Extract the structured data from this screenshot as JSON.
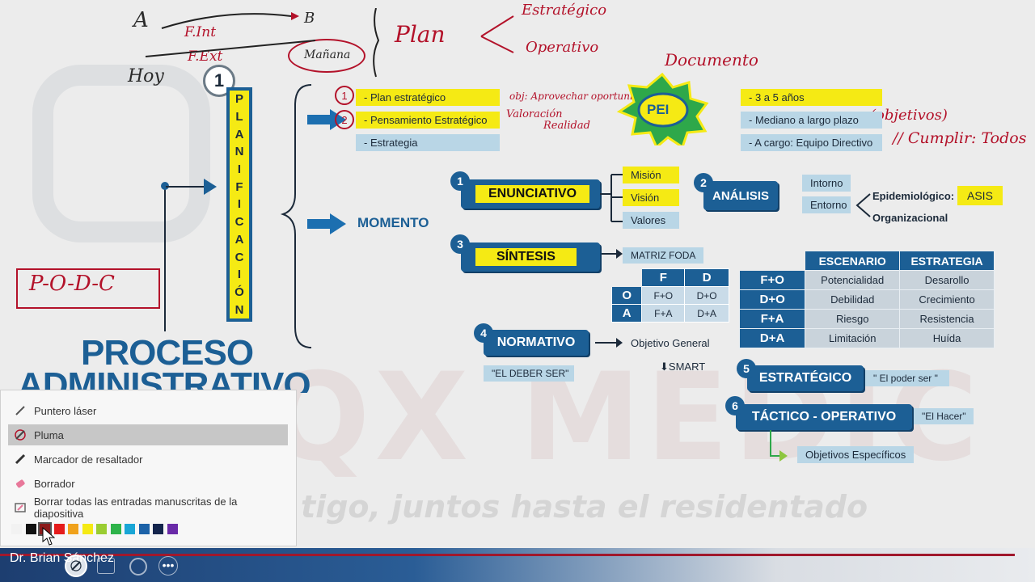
{
  "handwriting": {
    "a": "A",
    "b": "B",
    "f_int": "F.Int",
    "f_ext": "F.Ext",
    "hoy": "Hoy",
    "manana": "Mañana",
    "plan": "Plan",
    "estrategico": "Estratégico",
    "operativo": "Operativo",
    "documento": "Documento",
    "note1": "obj: Aprovechar oportunidad",
    "note2": "Valoración",
    "note3": "Realidad",
    "objetivos": "(objetivos)",
    "cumplir": "// Cumplir: Todos",
    "podc": "P-O-D-C"
  },
  "slide": {
    "step1": "1",
    "planificacion": [
      "P",
      "L",
      "A",
      "N",
      "I",
      "F",
      "I",
      "C",
      "A",
      "C",
      "I",
      "Ó",
      "N"
    ],
    "title_line1": "PROCESO",
    "title_line2": "ADMINISTRATIVO",
    "plan_items": [
      {
        "text": "- Plan estratégico"
      },
      {
        "text": "- Pensamiento Estratégico"
      },
      {
        "text": "- Estrategia"
      }
    ],
    "circled_numbers": [
      "1",
      "2"
    ],
    "pei": "PEI",
    "pei_items": [
      "- 3 a 5 años",
      "- Mediano a largo plazo",
      "- A cargo: Equipo Directivo"
    ],
    "momento": "MOMENTO",
    "enunciativo": {
      "num": "1",
      "label": "ENUNCIATIVO",
      "items": [
        "Misión",
        "Visión",
        "Valores"
      ]
    },
    "analisis": {
      "num": "2",
      "label": "ANÁLISIS",
      "items": [
        "Intorno",
        "Entorno"
      ],
      "epi": "Epidemiológico:",
      "asis": "ASIS",
      "org": "Organizacional"
    },
    "sintesis": {
      "num": "3",
      "label": "SÍNTESIS",
      "matriz": "MATRIZ FODA"
    },
    "foda": {
      "cols": [
        "F",
        "D"
      ],
      "rows": [
        {
          "h": "O",
          "cells": [
            "F+O",
            "D+O"
          ]
        },
        {
          "h": "A",
          "cells": [
            "F+A",
            "D+A"
          ]
        }
      ]
    },
    "escenario": {
      "headers": [
        "ESCENARIO",
        "ESTRATEGIA"
      ],
      "rows": [
        {
          "h": "F+O",
          "esc": "Potencialidad",
          "est": "Desarollo"
        },
        {
          "h": "D+O",
          "esc": "Debilidad",
          "est": "Crecimiento"
        },
        {
          "h": "F+A",
          "esc": "Riesgo",
          "est": "Resistencia"
        },
        {
          "h": "D+A",
          "esc": "Limitación",
          "est": "Huída"
        }
      ]
    },
    "normativo": {
      "num": "4",
      "label": "NORMATIVO",
      "deber": "\"EL DEBER SER\"",
      "objetivo": "Objetivo General",
      "smart": "SMART"
    },
    "estrategico": {
      "num": "5",
      "label": "ESTRATÉGICO",
      "quote": "\" El poder ser \""
    },
    "tactico": {
      "num": "6",
      "label": "TÁCTICO - OPERATIVO",
      "quote": "\"El Hacer\"",
      "objetivos": "Objetivos Específicos"
    },
    "watermark_brand": "QX MEDIC",
    "watermark_tagline": "tigo, juntos hasta el residentado"
  },
  "pen_menu": {
    "items": [
      {
        "label": "Puntero láser",
        "icon": "laser-pointer-icon"
      },
      {
        "label": "Pluma",
        "icon": "pen-icon",
        "selected": true
      },
      {
        "label": "Marcador de resaltador",
        "icon": "highlighter-icon"
      },
      {
        "label": "Borrador",
        "icon": "eraser-icon"
      },
      {
        "label": "Borrar todas las entradas manuscritas de la diapositiva",
        "icon": "erase-all-icon"
      }
    ],
    "colors": [
      "#f2f2f2",
      "#111111",
      "#8b1a1a",
      "#e51c1c",
      "#f0a21c",
      "#f5ea14",
      "#9acd32",
      "#2eb34a",
      "#19a6d6",
      "#1c62a8",
      "#14254d",
      "#6a2aa8"
    ]
  },
  "presenter": {
    "name": "Dr. Brian Sánchez"
  }
}
